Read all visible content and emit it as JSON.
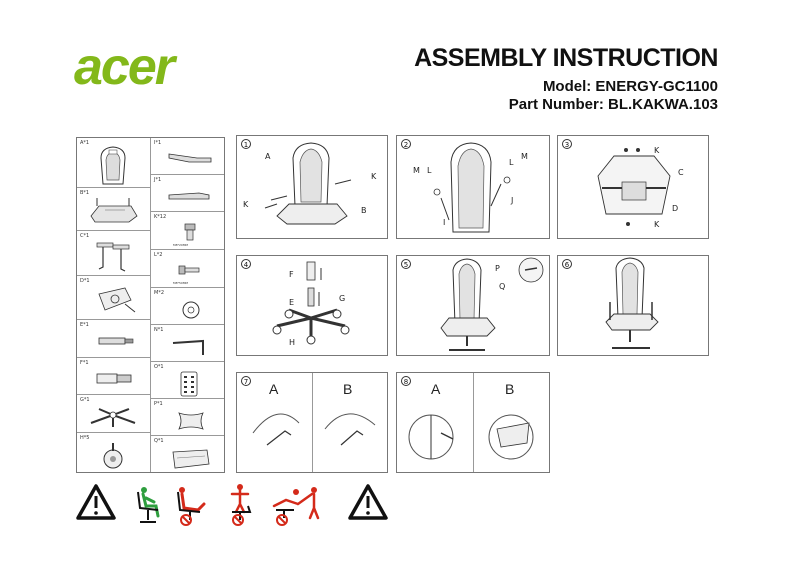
{
  "header": {
    "brand": "acer",
    "title": "ASSEMBLY INSTRUCTION",
    "model": "Model: ENERGY-GC1100",
    "part_number": "Part Number: BL.KAKWA.103"
  },
  "parts": {
    "left": [
      {
        "label": "A*1"
      },
      {
        "label": "B*1"
      },
      {
        "label": "C*1"
      },
      {
        "label": "D*1"
      },
      {
        "label": "E*1"
      },
      {
        "label": "F*1"
      },
      {
        "label": "G*1"
      },
      {
        "label": "H*5"
      }
    ],
    "right": [
      {
        "label": "I*1"
      },
      {
        "label": "J*1"
      },
      {
        "label": "K*12",
        "spec": "M8*20MM"
      },
      {
        "label": "L*2",
        "spec": "M8*50MM"
      },
      {
        "label": "M*2"
      },
      {
        "label": "N*1"
      },
      {
        "label": "O*1"
      },
      {
        "label": "P*1"
      },
      {
        "label": "Q*1"
      }
    ]
  },
  "steps": [
    {
      "num": "1",
      "callouts": [
        "A",
        "K",
        "K",
        "B"
      ]
    },
    {
      "num": "2",
      "callouts": [
        "M",
        "L",
        "L",
        "M",
        "J",
        "I"
      ]
    },
    {
      "num": "3",
      "callouts": [
        "K",
        "C",
        "D",
        "K"
      ]
    },
    {
      "num": "4",
      "callouts": [
        "F",
        "E",
        "G",
        "H"
      ]
    },
    {
      "num": "5",
      "callouts": [
        "P",
        "Q"
      ]
    },
    {
      "num": "6",
      "callouts": []
    },
    {
      "num": "7",
      "halves": [
        "A",
        "B"
      ]
    },
    {
      "num": "8",
      "halves": [
        "A",
        "B"
      ]
    }
  ],
  "colors": {
    "brand": "#83b81a",
    "ok": "#2e9e3e",
    "bad": "#d42a1a"
  },
  "warnings": [
    "warning-icon",
    "correct-sitting-icon",
    "no-leaning-back-icon",
    "no-standing-on-chair-icon",
    "no-pushing-icon",
    "warning-icon"
  ]
}
